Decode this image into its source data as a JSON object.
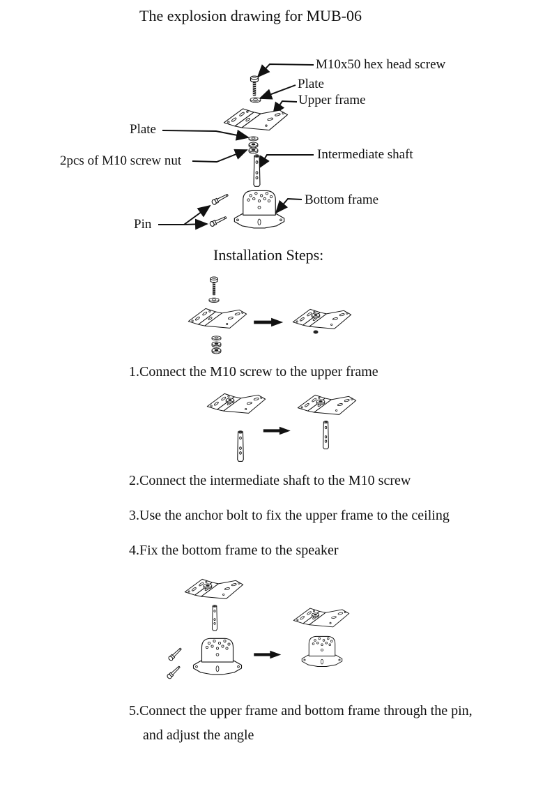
{
  "title": "The explosion drawing for MUB-06",
  "explosion": {
    "labels": {
      "hex_screw": "M10x50 hex head screw",
      "plate_top": "Plate",
      "upper_frame": "Upper frame",
      "plate_mid": "Plate",
      "screw_nuts": "2pcs of M10 screw nut",
      "intermediate_shaft": "Intermediate shaft",
      "bottom_frame": "Bottom frame",
      "pin": "Pin"
    }
  },
  "installation": {
    "heading": "Installation Steps:",
    "steps": [
      "1.Connect the M10 screw to the upper frame",
      "2.Connect the intermediate shaft to the M10 screw",
      "3.Use the anchor bolt to fix the upper frame to the ceiling",
      "4.Fix the bottom frame to the speaker",
      "5.Connect the upper frame and bottom frame through the pin,"
    ],
    "step5_line2": "and adjust the angle"
  },
  "colors": {
    "ink": "#111111",
    "background": "#ffffff"
  }
}
